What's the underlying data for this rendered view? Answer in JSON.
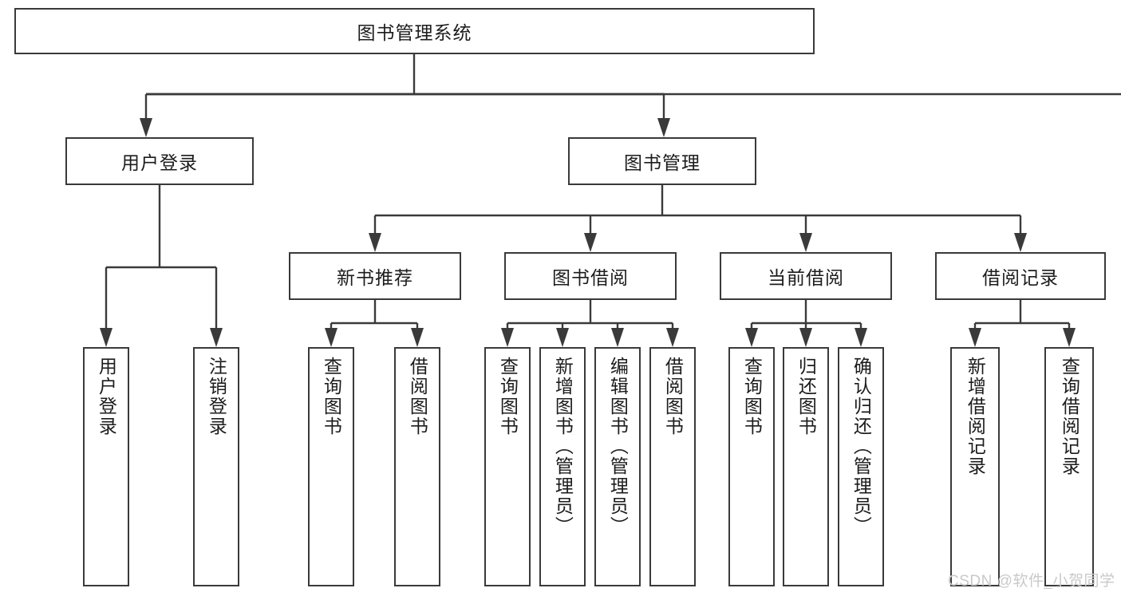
{
  "diagram": {
    "type": "hierarchy-tree",
    "title_node": {
      "label": "图书管理系统"
    },
    "level2": [
      {
        "id": "user-login",
        "label": "用户登录"
      },
      {
        "id": "book-management",
        "label": "图书管理"
      }
    ],
    "level3": [
      {
        "id": "new-book-recommend",
        "label": "新书推荐",
        "parent": "book-management"
      },
      {
        "id": "book-borrow",
        "label": "图书借阅",
        "parent": "book-management"
      },
      {
        "id": "current-borrow",
        "label": "当前借阅",
        "parent": "book-management"
      },
      {
        "id": "borrow-record",
        "label": "借阅记录",
        "parent": "book-management"
      }
    ],
    "leaves": {
      "user_login": [
        {
          "label": "用户登录"
        },
        {
          "label": "注销登录"
        }
      ],
      "new_book_recommend": [
        {
          "label": "查询图书"
        },
        {
          "label": "借阅图书"
        }
      ],
      "book_borrow": [
        {
          "label": "查询图书"
        },
        {
          "label": "新增图书（管理员）"
        },
        {
          "label": "编辑图书（管理员）"
        },
        {
          "label": "借阅图书"
        }
      ],
      "current_borrow": [
        {
          "label": "查询图书"
        },
        {
          "label": "归还图书"
        },
        {
          "label": "确认归还（管理员）"
        }
      ],
      "borrow_record": [
        {
          "label": "新增借阅记录"
        },
        {
          "label": "查询借阅记录"
        }
      ]
    }
  },
  "watermark": {
    "text": "CSDN @软件_小贺同学"
  },
  "colors": {
    "stroke": "#3a3a3a",
    "text": "#1c1c1c",
    "background": "#ffffff",
    "watermark": "#c9c9c9"
  }
}
